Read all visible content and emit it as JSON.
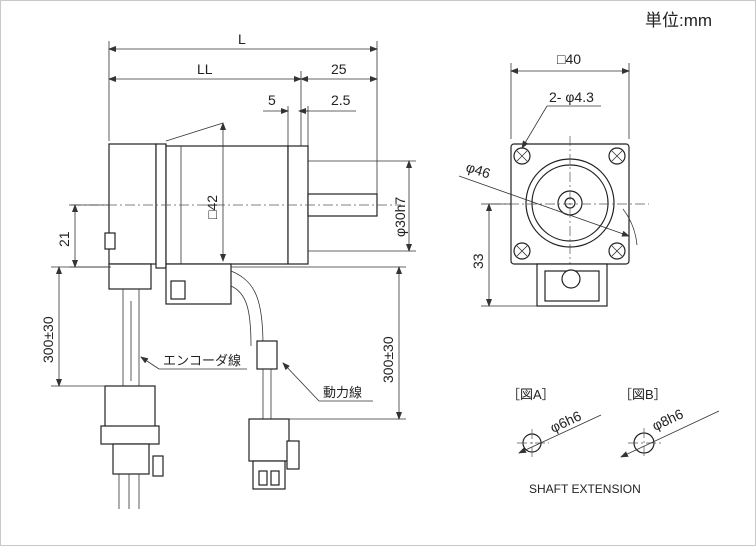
{
  "unit_label": "単位:mm",
  "side_view": {
    "dims": {
      "L": "L",
      "LL": "LL",
      "d25": "25",
      "d5": "5",
      "d2_5": "2.5",
      "sq42": "□42",
      "phi30h7": "φ30h7",
      "d21": "21",
      "cable_enc": "300±30",
      "cable_pwr": "300±30"
    },
    "labels": {
      "encoder_wire": "エンコーダ線",
      "power_wire": "動力線"
    }
  },
  "front_view": {
    "dims": {
      "sq40": "□40",
      "holes": "2- φ4.3",
      "phi46": "φ46",
      "d33": "33"
    }
  },
  "shaft_extension": {
    "title": "SHAFT EXTENSION",
    "fig_a": {
      "label": "［図A］",
      "dim": "φ6h6"
    },
    "fig_b": {
      "label": "［図B］",
      "dim": "φ8h6"
    }
  }
}
